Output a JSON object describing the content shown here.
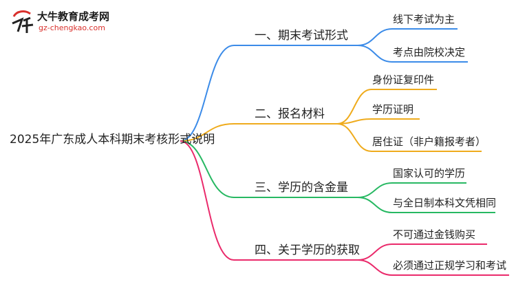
{
  "logo": {
    "title": "大牛教育成考网",
    "url": "gz-chengkao.com",
    "mark_text": "大牛"
  },
  "mindmap": {
    "root": "2025年广东成人本科期末考核形式说明",
    "branches": [
      {
        "label": "一、期末考试形式",
        "color": "#3b8be8",
        "children": [
          "线下考试为主",
          "考点由院校决定"
        ]
      },
      {
        "label": "二、报名材料",
        "color": "#efab1c",
        "children": [
          "身份证复印件",
          "学历证明",
          "居住证（非户籍报考者）"
        ]
      },
      {
        "label": "三、学历的含金量",
        "color": "#27b862",
        "children": [
          "国家认可的学历",
          "与全日制本科文凭相同"
        ]
      },
      {
        "label": "四、关于学历的获取",
        "color": "#ea2a6b",
        "children": [
          "不可通过金钱购买",
          "必须通过正规学习和考试"
        ]
      }
    ]
  }
}
